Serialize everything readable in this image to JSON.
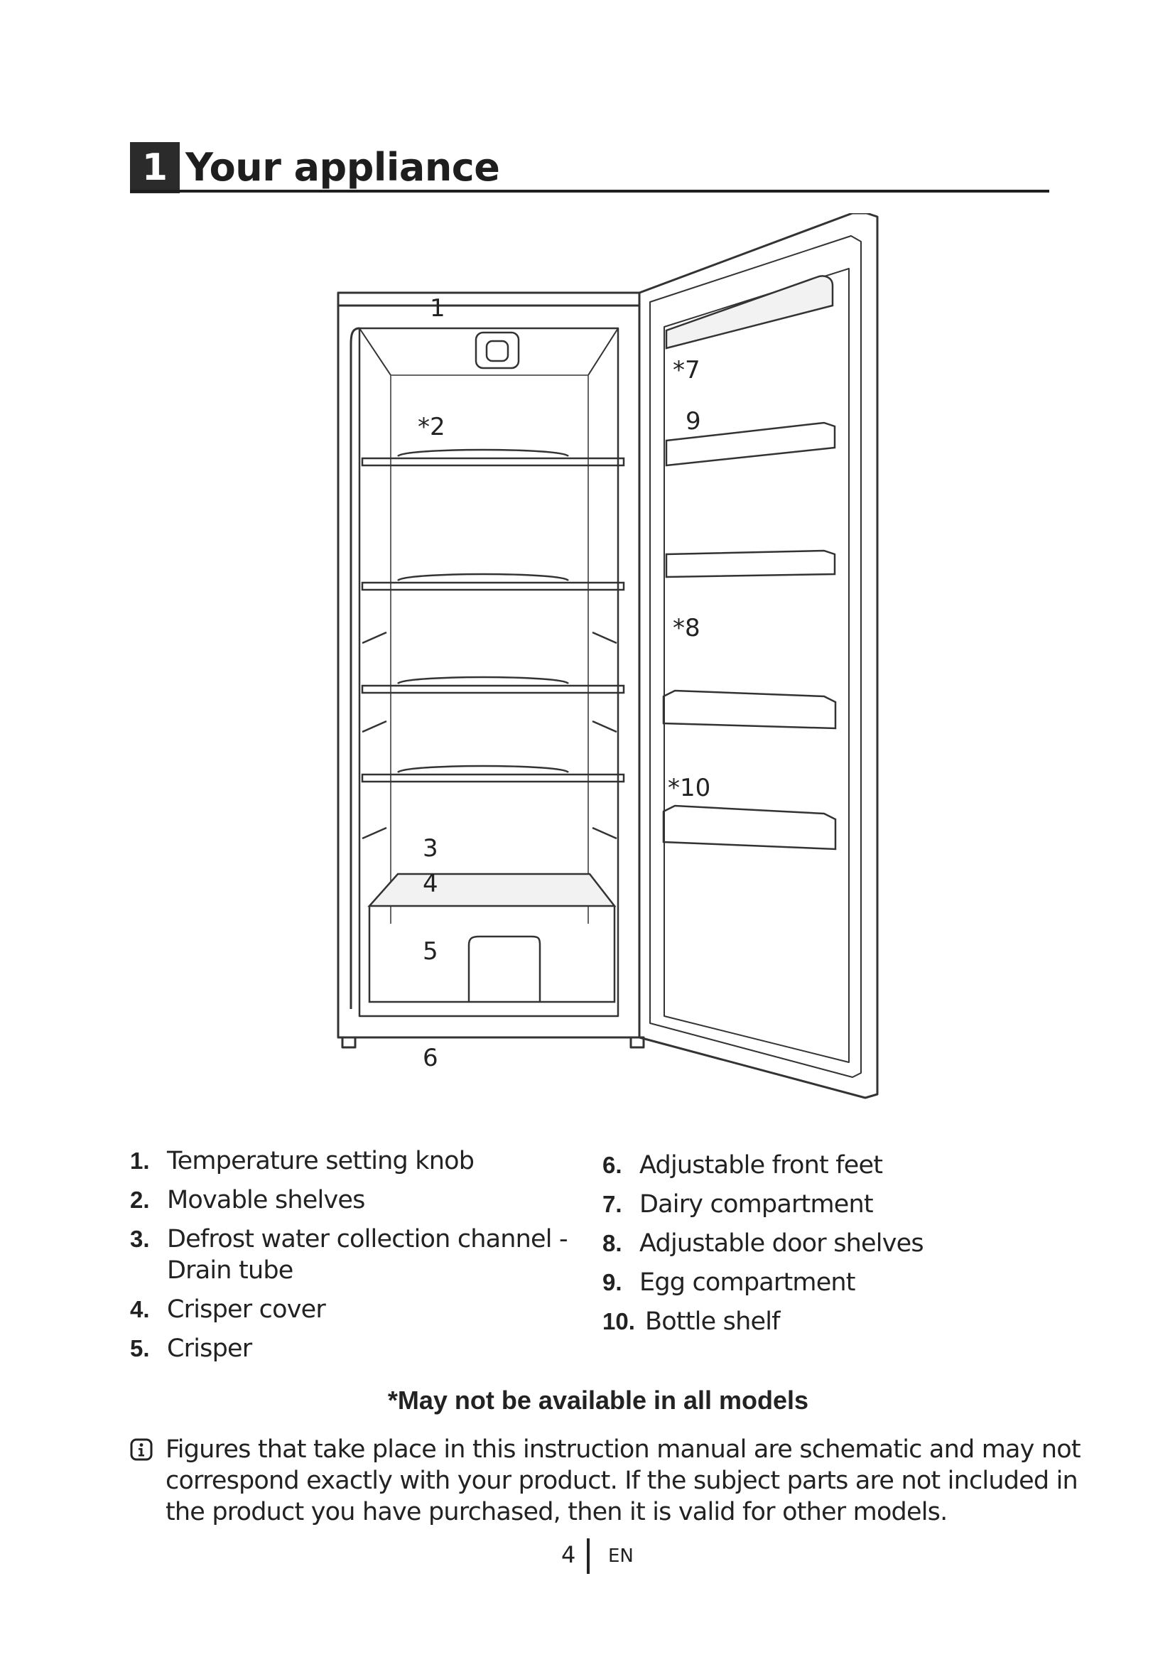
{
  "section": {
    "number": "1",
    "title": "Your appliance"
  },
  "figure": {
    "callouts": {
      "c1": "1",
      "c2": "*2",
      "c3": "3",
      "c4": "4",
      "c5": "5",
      "c6": "6",
      "c7": "*7",
      "c8": "*8",
      "c9": "9",
      "c10": "*10"
    }
  },
  "legend": {
    "left": [
      {
        "num": "1.",
        "label": "Temperature setting knob"
      },
      {
        "num": "2.",
        "label": "Movable shelves"
      },
      {
        "num": "3.",
        "label": "Defrost water collection channel - Drain tube"
      },
      {
        "num": "4.",
        "label": "Crisper cover"
      },
      {
        "num": "5.",
        "label": "Crisper"
      }
    ],
    "right": [
      {
        "num": "6.",
        "label": "Adjustable front feet"
      },
      {
        "num": "7.",
        "label": "Dairy compartment"
      },
      {
        "num": "8.",
        "label": "Adjustable door shelves"
      },
      {
        "num": "9.",
        "label": "Egg compartment"
      },
      {
        "num": "10.",
        "label": "Bottle shelf"
      }
    ]
  },
  "availability_note": "*May not be available in all models",
  "info_note": "Figures that take place in this instruction manual are schematic and may not correspond exactly with your product. If the subject parts are not included in the product you have purchased, then it is valid for other models.",
  "footer": {
    "page_number": "4",
    "language": "EN"
  }
}
